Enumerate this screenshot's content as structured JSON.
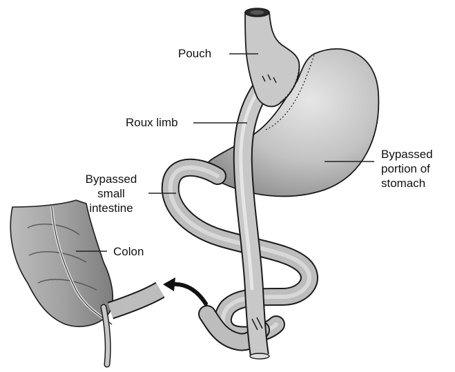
{
  "labels": {
    "pouch": "Pouch",
    "roux_limb": "Roux limb",
    "bypassed_small_intestine": [
      "Bypassed",
      "small",
      "intestine"
    ],
    "bypassed_portion_of_stomach": [
      "Bypassed",
      "portion of",
      "stomach"
    ],
    "colon": "Colon"
  },
  "colors": {
    "organ_fill": "#c4c4c4",
    "organ_shadow": "#8f8f8f",
    "outline": "#1a1a1a",
    "leader_line": "#222222",
    "arrow": "#111111"
  }
}
